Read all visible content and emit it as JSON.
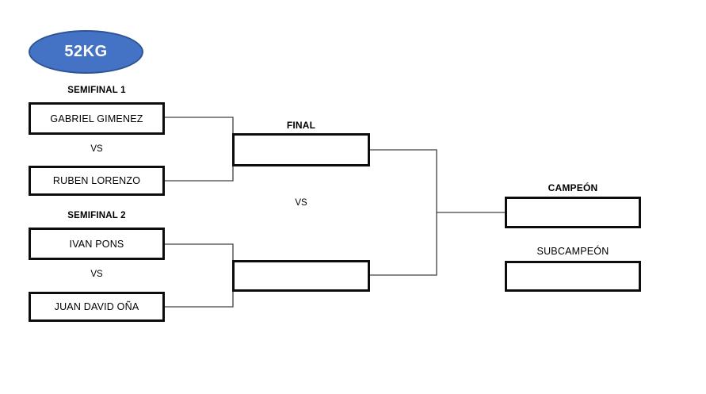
{
  "weight_class": {
    "label": "52KG",
    "fill_color": "#4472C4",
    "border_color": "#2F5496",
    "text_color": "#FFFFFF"
  },
  "semifinal1": {
    "title": "SEMIFINAL 1",
    "competitor1": "GABRIEL GIMENEZ",
    "vs": "VS",
    "competitor2": "RUBEN LORENZO"
  },
  "semifinal2": {
    "title": "SEMIFINAL 2",
    "competitor1": "IVAN PONS",
    "vs": "VS",
    "competitor2": "JUAN DAVID OÑA"
  },
  "final": {
    "title": "FINAL",
    "slot1": "",
    "vs": "VS",
    "slot2": ""
  },
  "champion": {
    "title": "CAMPEÓN",
    "value": ""
  },
  "runner_up": {
    "title": "SUBCAMPEÓN",
    "value": ""
  },
  "style": {
    "box_border_color": "#0D0D0D",
    "connector_color": "#404040"
  }
}
